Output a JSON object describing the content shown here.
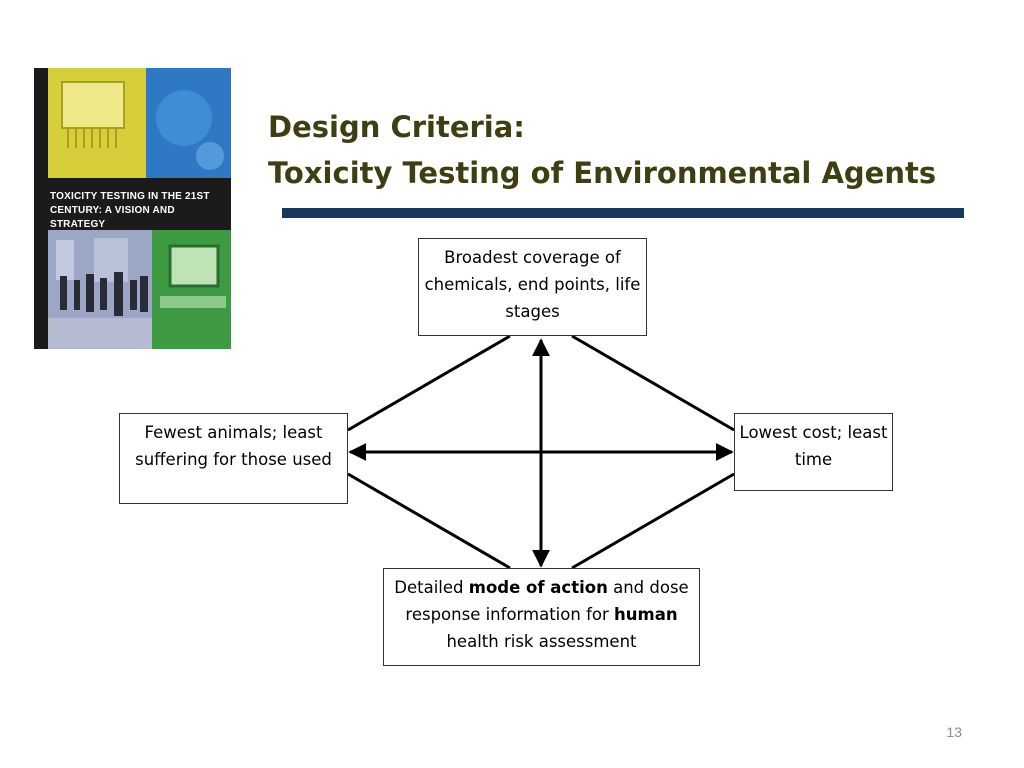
{
  "cover": {
    "title": "TOXICITY TESTING IN THE 21ST CENTURY: A VISION AND STRATEGY"
  },
  "slide": {
    "title_line1": "Design Criteria:",
    "title_line2": "Toxicity Testing of Environmental Agents",
    "page_number": "13",
    "accent_color": "#17375e",
    "title_color": "#3f3e12"
  },
  "diagram": {
    "top_box": "Broadest coverage of chemicals, end points, life stages",
    "left_box": "Fewest animals; least suffering for those used",
    "right_box": "Lowest cost; least time",
    "bottom_box": {
      "part1": "Detailed ",
      "bold1": "mode of action",
      "part2": " and dose response information for ",
      "bold2": "human",
      "part3": " health risk assessment"
    }
  }
}
